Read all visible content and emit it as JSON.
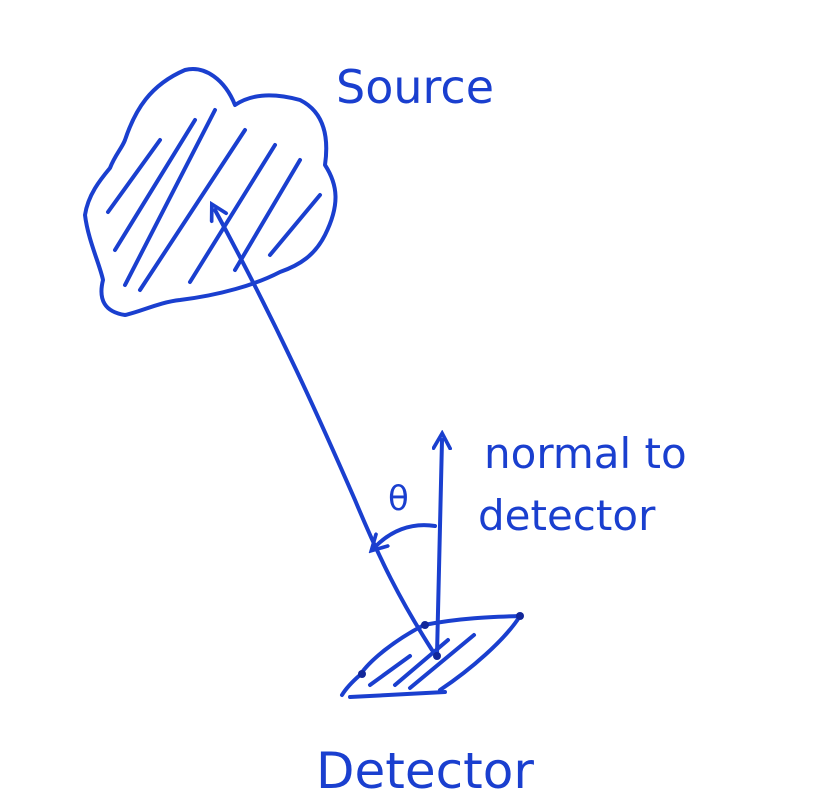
{
  "labels": {
    "source": "Source",
    "normal_line1": "normal to",
    "normal_line2": "detector",
    "angle": "θ",
    "detector": "Detector"
  },
  "colors": {
    "ink": "#1a3fcf",
    "background": "#ffffff"
  }
}
